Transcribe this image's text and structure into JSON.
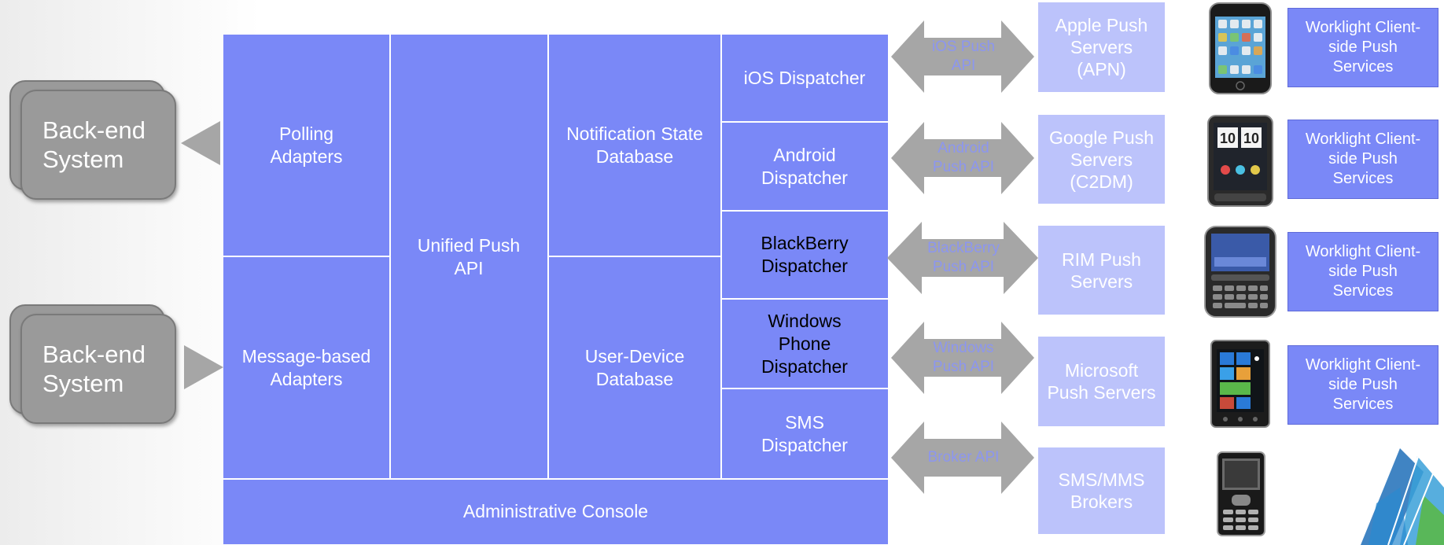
{
  "backend_systems": [
    {
      "label": "Back-end System"
    },
    {
      "label": "Back-end System"
    }
  ],
  "server": {
    "polling_adapters": "Polling Adapters",
    "message_adapters": "Message-based Adapters",
    "unified_push_api": "Unified Push API",
    "notification_db": "Notification State Database",
    "user_device_db": "User-Device Database",
    "admin_console": "Administrative Console",
    "dispatchers": [
      {
        "label": "iOS Dispatcher"
      },
      {
        "label": "Android Dispatcher"
      },
      {
        "label": "BlackBerry Dispatcher"
      },
      {
        "label": "Windows Phone Dispatcher"
      },
      {
        "label": "SMS Dispatcher"
      }
    ]
  },
  "push_apis": [
    {
      "label": "iOS Push API"
    },
    {
      "label": "Android Push API"
    },
    {
      "label": "BlackBerry Push API"
    },
    {
      "label": "Windows Push API"
    },
    {
      "label": "Broker API"
    }
  ],
  "push_servers": [
    {
      "label": "Apple Push Servers (APN)"
    },
    {
      "label": "Google Push Servers (C2DM)"
    },
    {
      "label": "RIM Push Servers"
    },
    {
      "label": "Microsoft Push Servers"
    },
    {
      "label": "SMS/MMS Brokers"
    }
  ],
  "phones": [
    {
      "icon": "iphone-icon"
    },
    {
      "icon": "android-phone-icon"
    },
    {
      "icon": "blackberry-phone-icon"
    },
    {
      "icon": "windows-phone-icon"
    },
    {
      "icon": "feature-phone-icon"
    }
  ],
  "client_services": [
    {
      "label": "Worklight Client-side Push Services"
    },
    {
      "label": "Worklight Client-side Push Services"
    },
    {
      "label": "Worklight Client-side Push Services"
    },
    {
      "label": "Worklight Client-side Push Services"
    }
  ],
  "colors": {
    "server_fill": "#7a88f7",
    "push_server_fill": "#bcc3fb",
    "arrow_fill": "#a6a6a6",
    "backend_fill": "#9a9a9a",
    "dark_text": "#000000"
  },
  "logo": {
    "icon": "ibm-logo-icon"
  }
}
